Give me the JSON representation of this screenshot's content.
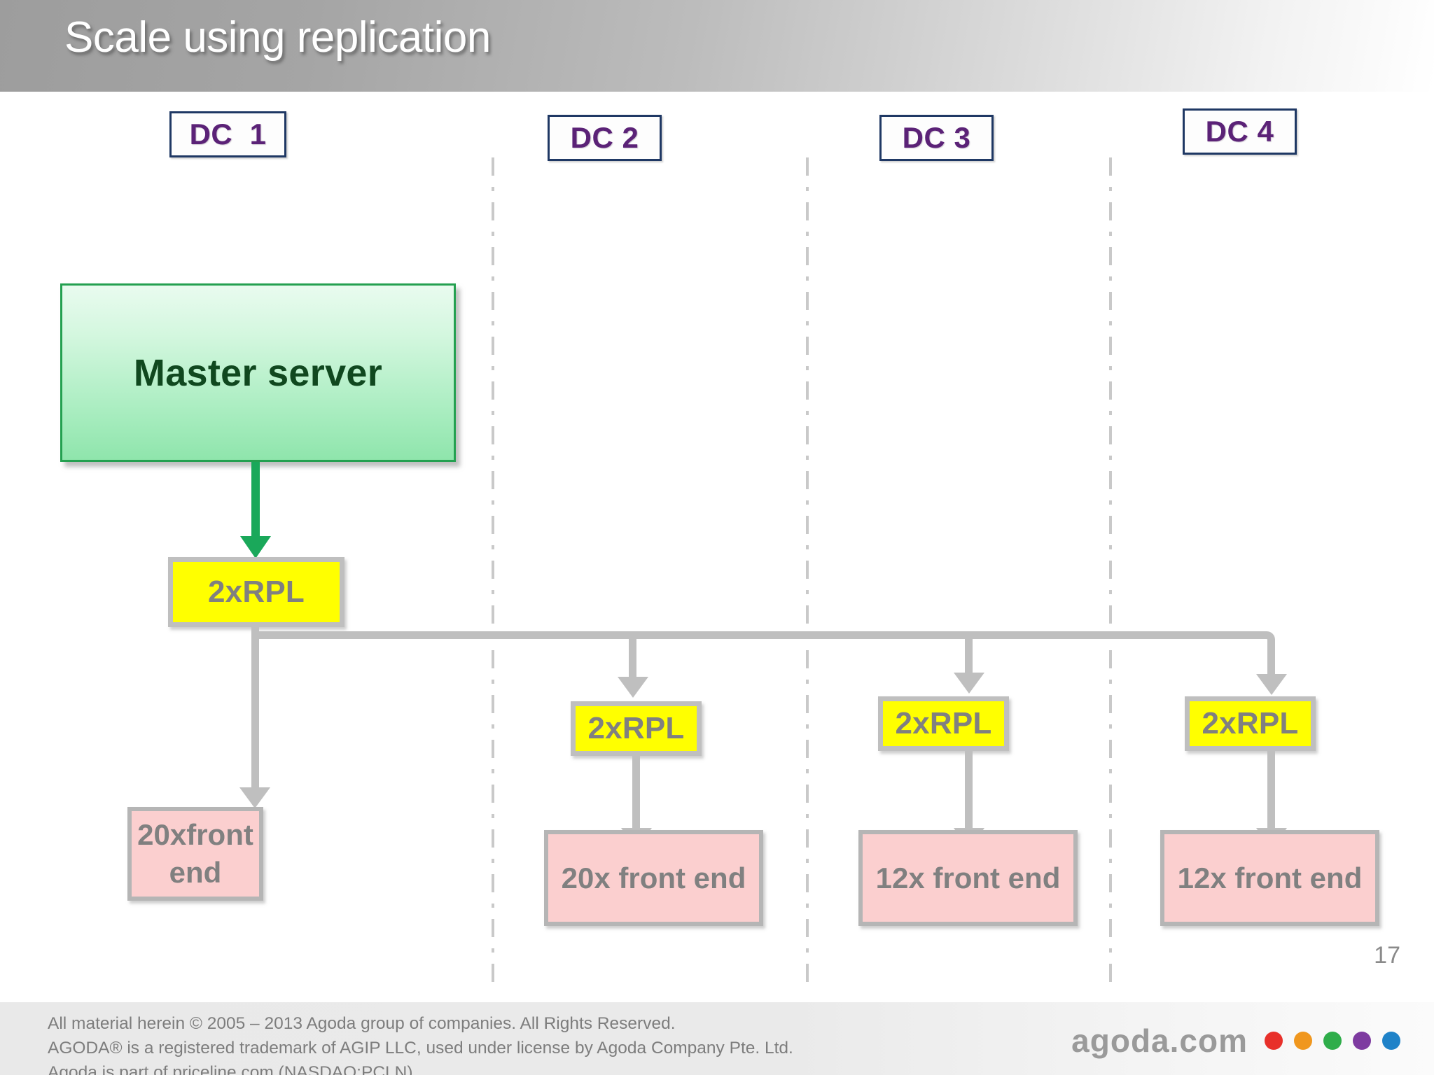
{
  "header": {
    "title": "Scale using replication"
  },
  "datacenters": [
    {
      "id": "dc1",
      "label": "DC  1"
    },
    {
      "id": "dc2",
      "label": "DC 2"
    },
    {
      "id": "dc3",
      "label": "DC 3"
    },
    {
      "id": "dc4",
      "label": "DC 4"
    }
  ],
  "nodes": {
    "master": {
      "label": "Master server",
      "color": "#8fe5ac",
      "border": "#24a050",
      "text_color": "#10481f"
    },
    "rpl_dc1": {
      "label": "2xRPL",
      "color": "#ffff00"
    },
    "rpl_dc2": {
      "label": "2xRPL",
      "color": "#ffff00"
    },
    "rpl_dc3": {
      "label": "2xRPL",
      "color": "#ffff00"
    },
    "rpl_dc4": {
      "label": "2xRPL",
      "color": "#ffff00"
    },
    "fe_dc1": {
      "label": "20xfront end",
      "color": "#fbcfcf"
    },
    "fe_dc2": {
      "label": "20x front end",
      "color": "#fbcfcf"
    },
    "fe_dc3": {
      "label": "12x front end",
      "color": "#fbcfcf"
    },
    "fe_dc4": {
      "label": "12x front end",
      "color": "#fbcfcf"
    }
  },
  "page_number": "17",
  "footer": {
    "line1": "All material herein © 2005 – 2013 Agoda group of companies. All Rights Reserved.",
    "line2": "AGODA® is a registered trademark of AGIP LLC, used under license by Agoda Company Pte. Ltd.",
    "line3": "Agoda is part of priceline.com (NASDAQ:PCLN)",
    "brand": "agoda.com",
    "dot_colors": [
      "#e8302a",
      "#f0971e",
      "#2fad4a",
      "#7e3ba0",
      "#1f82c8"
    ]
  },
  "colors": {
    "header_gradient_start": "#9d9d9d",
    "dc_border": "#1f3864",
    "dc_text": "#5b2277",
    "connector": "#bfbfbf",
    "connector_green": "#1aa85a",
    "node_text_gray": "#808080"
  }
}
